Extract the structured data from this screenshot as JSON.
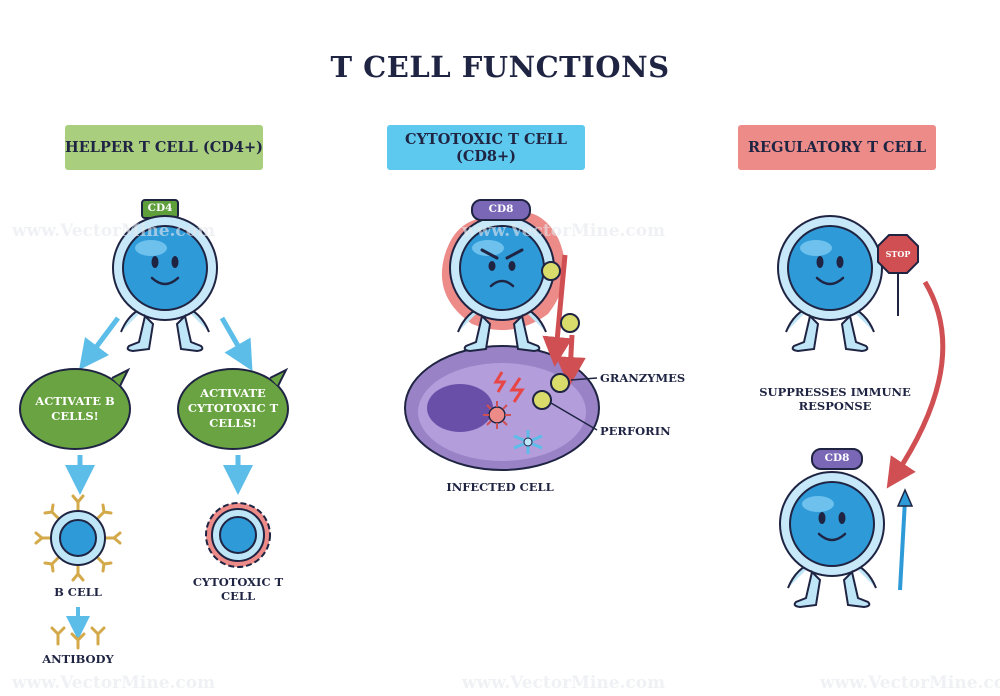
{
  "title": "T CELL FUNCTIONS",
  "columns": {
    "helper": {
      "header": "HELPER T CELL (CD4+)",
      "marker": "CD4",
      "bubble_b": "ACTIVATE B CELLS!",
      "bubble_c": "ACTIVATE CYTOTOXIC T CELLS!",
      "b_cell_label": "B CELL",
      "cytotoxic_label": "CYTOTOXIC T CELL",
      "antibody_label": "ANTIBODY"
    },
    "cytotoxic": {
      "header": "CYTOTOXIC T CELL (CD8+)",
      "marker": "CD8",
      "granzymes_label": "GRANZYMES",
      "perforin_label": "PERFORIN",
      "infected_label": "INFECTED CELL"
    },
    "regulatory": {
      "header": "REGULATORY T CELL",
      "stop_sign": "STOP",
      "suppress_label": "SUPPRESSES IMMUNE RESPONSE",
      "marker": "CD8"
    }
  },
  "watermark": "www.VectorMine.com",
  "colors": {
    "helper_header": "#a9cf7e",
    "cytotoxic_header": "#5ec9ee",
    "regulatory_header": "#ec8b88",
    "cell_blue": "#2f9ad8",
    "cd4_green": "#5e9e3b",
    "cd8_purple": "#7a68b6",
    "bubble_green": "#6aa442",
    "arrow_blue": "#5bbde8",
    "arrow_red": "#cf4f52",
    "infected_purple": "#9a82c6"
  }
}
